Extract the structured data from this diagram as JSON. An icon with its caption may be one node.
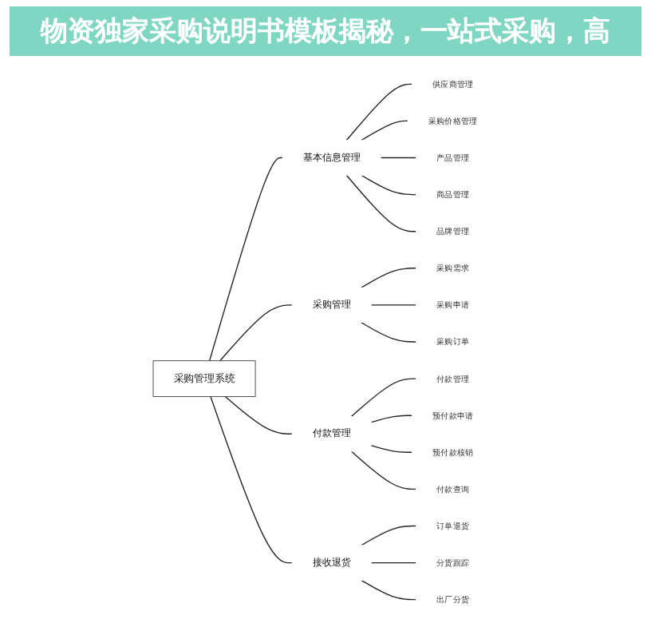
{
  "diagram": {
    "title": "物资独家采购说明书模板揭秘，一站式采购，高",
    "nodes": [
      {
        "text": [
          "采购管理系统"
        ]
      },
      {
        "text": [
          "基本信息管理"
        ]
      },
      {
        "text": [
          "供应商管理"
        ]
      },
      {
        "text": [
          "采购价格管理"
        ]
      },
      {
        "text": [
          "产品管理"
        ]
      },
      {
        "text": [
          "商品管理"
        ]
      },
      {
        "text": [
          "品牌管理"
        ]
      },
      {
        "text": [
          "采购管理"
        ]
      },
      {
        "text": [
          "采购需求"
        ]
      },
      {
        "text": [
          "采购申请"
        ]
      },
      {
        "text": [
          "采购订单"
        ]
      },
      {
        "text": [
          "付款管理"
        ]
      },
      {
        "text": [
          "付款管理"
        ]
      },
      {
        "text": [
          "预付款申请"
        ]
      },
      {
        "text": [
          "预付款核销"
        ]
      },
      {
        "text": [
          "付款查询"
        ]
      },
      {
        "text": [
          "接收退货"
        ]
      },
      {
        "text": [
          "订单退货"
        ]
      },
      {
        "text": [
          "分货跟踪"
        ]
      },
      {
        "text": [
          "出厂分货"
        ]
      }
    ],
    "edges": [
      {
        "from": 0,
        "to": 1,
        "arrow": "none"
      },
      {
        "from": 1,
        "to": 2,
        "arrow": "none"
      },
      {
        "from": 1,
        "to": 3,
        "arrow": "none"
      },
      {
        "from": 1,
        "to": 4,
        "arrow": "none"
      },
      {
        "from": 1,
        "to": 5,
        "arrow": "none"
      },
      {
        "from": 1,
        "to": 6,
        "arrow": "none"
      },
      {
        "from": 0,
        "to": 7,
        "arrow": "none"
      },
      {
        "from": 7,
        "to": 8,
        "arrow": "none"
      },
      {
        "from": 7,
        "to": 9,
        "arrow": "none"
      },
      {
        "from": 7,
        "to": 10,
        "arrow": "none"
      },
      {
        "from": 0,
        "to": 11,
        "arrow": "none"
      },
      {
        "from": 11,
        "to": 12,
        "arrow": "none"
      },
      {
        "from": 11,
        "to": 13,
        "arrow": "none"
      },
      {
        "from": 11,
        "to": 14,
        "arrow": "none"
      },
      {
        "from": 11,
        "to": 15,
        "arrow": "none"
      },
      {
        "from": 0,
        "to": 16,
        "arrow": "none"
      },
      {
        "from": 16,
        "to": 17,
        "arrow": "none"
      },
      {
        "from": 16,
        "to": 18,
        "arrow": "none"
      },
      {
        "from": 16,
        "to": 19,
        "arrow": "none"
      }
    ]
  }
}
